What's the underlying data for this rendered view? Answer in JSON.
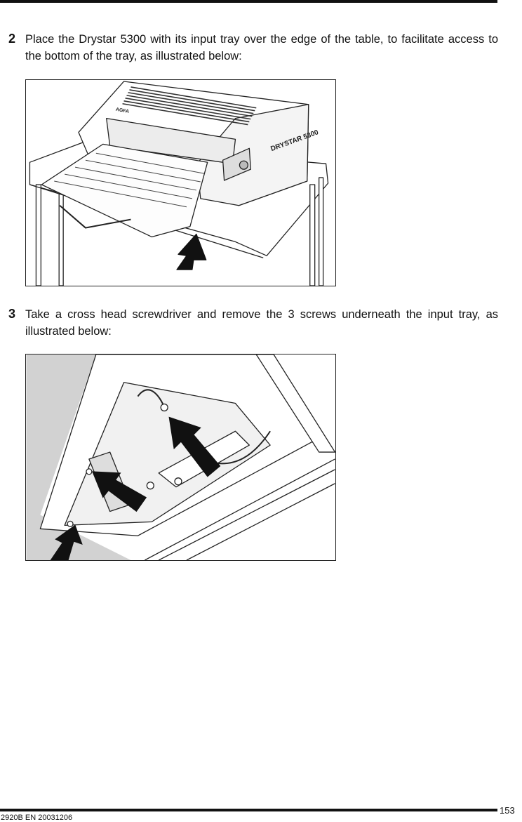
{
  "steps": [
    {
      "number": "2",
      "text": "Place the Drystar 5300 with its input tray over the edge of the table, to facilitate access to the bottom of the tray, as illustrated below:",
      "figure": {
        "brand_label": "AGFA",
        "product_label": "DRYSTAR 5300"
      }
    },
    {
      "number": "3",
      "text": "Take a cross head screwdriver and remove the 3 screws underneath the input tray, as illustrated below:"
    }
  ],
  "footer": {
    "doc_code": "2920B EN 20031206",
    "page_number": "153"
  }
}
